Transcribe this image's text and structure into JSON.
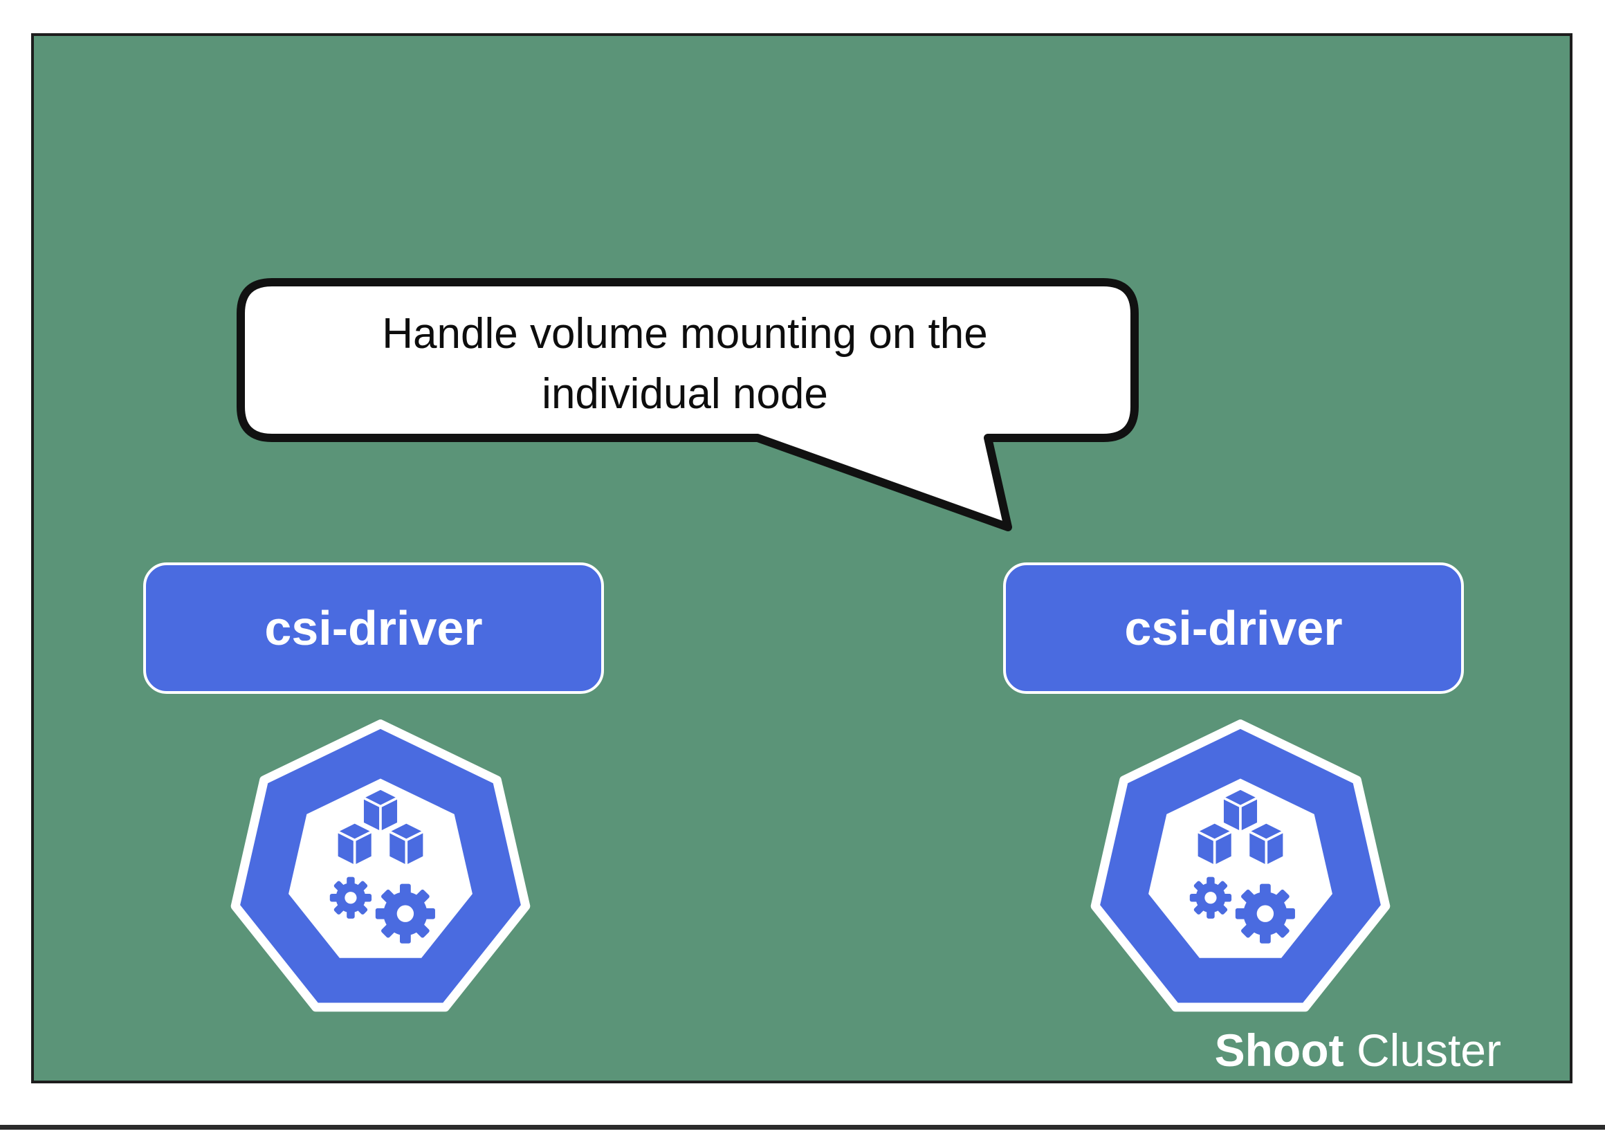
{
  "bubble": {
    "line1": "Handle volume mounting on the",
    "line2": "individual node"
  },
  "nodes": [
    {
      "label": "csi-driver"
    },
    {
      "label": "csi-driver"
    }
  ],
  "cluster": {
    "name_bold": "Shoot",
    "name_rest": "Cluster"
  },
  "icons": {
    "node_icon": "kubernetes-pods-gears-icon"
  },
  "colors": {
    "background_green": "#5b9478",
    "node_blue": "#4a6be0",
    "border_dark": "#1d1d1d",
    "bubble_fill": "#ffffff",
    "bubble_stroke": "#111111"
  }
}
